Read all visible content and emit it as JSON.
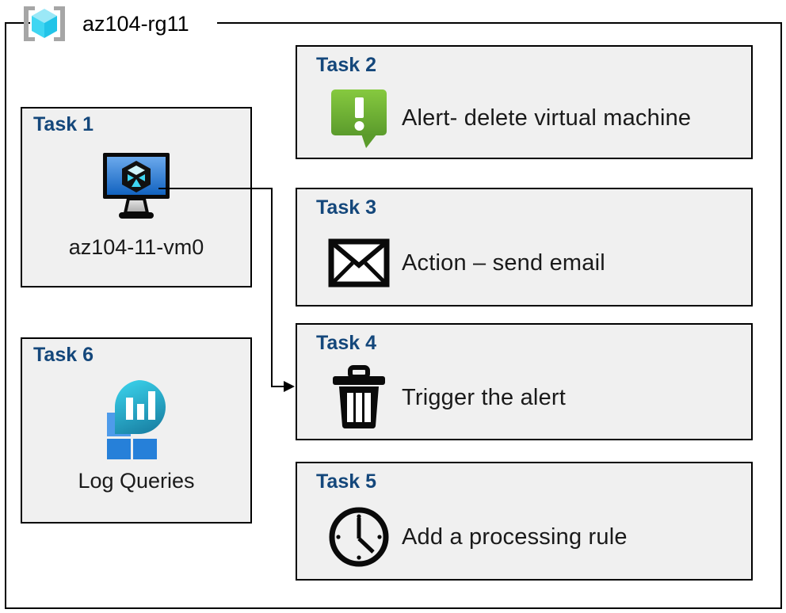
{
  "resource_group": {
    "title": "az104-rg11",
    "icon": "azure-resource-group-icon"
  },
  "colors": {
    "task_label": "#14477B",
    "box_fill": "#F0F0F0",
    "box_border": "#000000",
    "alert_green_light": "#7FC241",
    "alert_green_dark": "#5B9B2C",
    "vm_screen_light": "#5E9FE8",
    "vm_screen_dark": "#1565C0",
    "tile_blue_light": "#4E9BEA",
    "tile_blue": "#2680D9",
    "log_teal_light": "#34CCE8",
    "log_teal_dark": "#1C86A8",
    "rg_cube_light": "#9BE8F7",
    "rg_cube_mid": "#3FD6F2",
    "rg_cube_dark": "#22C4E8",
    "bracket_gray": "#A6A6A6"
  },
  "tasks": [
    {
      "id": "task1",
      "label": "Task 1",
      "icon": "azure-virtual-machine-icon",
      "name": "az104-11-vm0",
      "column": "left"
    },
    {
      "id": "task2",
      "label": "Task 2",
      "icon": "alert-bubble-icon",
      "name": "Alert- delete virtual machine",
      "column": "right"
    },
    {
      "id": "task3",
      "label": "Task 3",
      "icon": "envelope-icon",
      "name": "Action – send email",
      "column": "right"
    },
    {
      "id": "task4",
      "label": "Task 4",
      "icon": "trash-can-icon",
      "name": "Trigger the alert",
      "column": "right"
    },
    {
      "id": "task5",
      "label": "Task 5",
      "icon": "clock-icon",
      "name": "Add a processing rule",
      "column": "right"
    },
    {
      "id": "task6",
      "label": "Task 6",
      "icon": "azure-log-analytics-icon",
      "name": "Log Queries",
      "column": "left"
    }
  ],
  "connector": {
    "from": "task1",
    "to": "task4",
    "arrow": "arrowhead-right-icon"
  }
}
